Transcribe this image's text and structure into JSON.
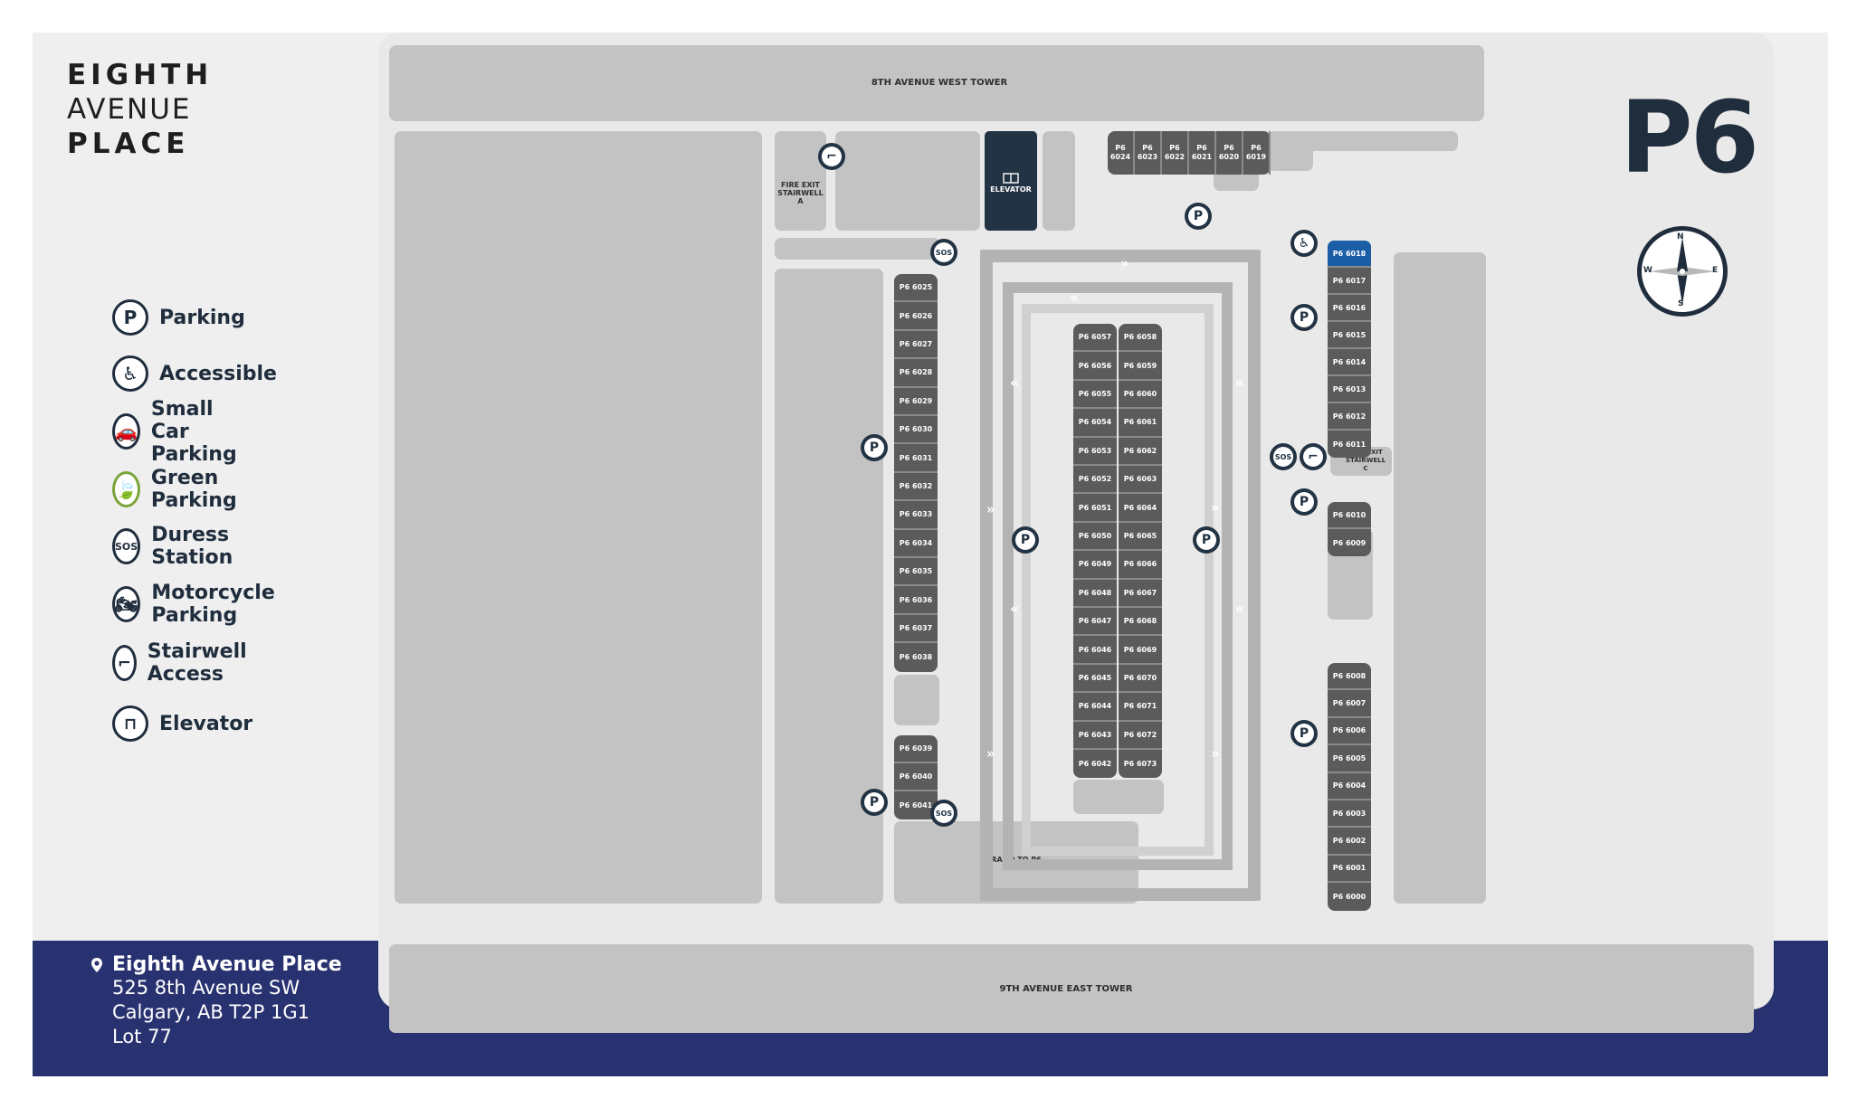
{
  "brand": {
    "line1": "EIGHTH",
    "line2": "AVENUE",
    "line3": "PLACE"
  },
  "level": "P6",
  "compass": {
    "n": "N",
    "e": "E",
    "s": "S",
    "w": "W"
  },
  "legend": [
    {
      "icon": "parking-icon",
      "glyph": "P",
      "label": "Parking"
    },
    {
      "icon": "accessible-icon",
      "glyph": "♿",
      "label": "Accessible"
    },
    {
      "icon": "small-car-icon",
      "glyph": "🚗",
      "label": "Small Car Parking"
    },
    {
      "icon": "green-parking-icon",
      "glyph": "🍃",
      "label": "Green Parking"
    },
    {
      "icon": "duress-icon",
      "glyph": "SOS",
      "label": "Duress Station"
    },
    {
      "icon": "motorcycle-icon",
      "glyph": "🏍",
      "label": "Motorcycle Parking"
    },
    {
      "icon": "stairwell-icon",
      "glyph": "⌐",
      "label": "Stairwell Access"
    },
    {
      "icon": "elevator-icon",
      "glyph": "⊓",
      "label": "Elevator"
    }
  ],
  "address": {
    "name": "Eighth Avenue Place",
    "street": "525 8th Avenue SW",
    "city": "Calgary, AB T2P 1G1",
    "lot": "Lot 77"
  },
  "buildings": {
    "west_tower": "8TH AVENUE WEST TOWER",
    "east_tower": "9TH AVENUE EAST TOWER",
    "ramp": "RAMP TO P6",
    "elevator": "ELEVATOR",
    "fire_exit_a": [
      "FIRE EXIT",
      "STAIRWELL",
      "A"
    ],
    "fire_exit_c": [
      "FIRE EXIT",
      "STAIRWELL",
      "C"
    ]
  },
  "markers": {
    "parking": "P",
    "sos": "SOS",
    "ramp_up": "»",
    "ramp_down": "«"
  },
  "stalls": {
    "top_row": [
      [
        "P6",
        "6024"
      ],
      [
        "P6",
        "6023"
      ],
      [
        "P6",
        "6022"
      ],
      [
        "P6",
        "6021"
      ],
      [
        "P6",
        "6020"
      ],
      [
        "P6",
        "6019"
      ]
    ],
    "col_a": [
      "P6 6025",
      "P6 6026",
      "P6 6027",
      "P6 6028",
      "P6 6029",
      "P6 6030",
      "P6 6031",
      "P6 6032",
      "P6 6033",
      "P6 6034",
      "P6 6035",
      "P6 6036",
      "P6 6037",
      "P6 6038"
    ],
    "col_a2": [
      "P6 6039",
      "P6 6040",
      "P6 6041"
    ],
    "center_left": [
      "P6 6057",
      "P6 6056",
      "P6 6055",
      "P6 6054",
      "P6 6053",
      "P6 6052",
      "P6 6051",
      "P6 6050",
      "P6 6049",
      "P6 6048",
      "P6 6047",
      "P6 6046",
      "P6 6045",
      "P6 6044",
      "P6 6043",
      "P6 6042"
    ],
    "center_right": [
      "P6 6058",
      "P6 6059",
      "P6 6060",
      "P6 6061",
      "P6 6062",
      "P6 6063",
      "P6 6064",
      "P6 6065",
      "P6 6066",
      "P6 6067",
      "P6 6068",
      "P6 6069",
      "P6 6070",
      "P6 6071",
      "P6 6072",
      "P6 6073"
    ],
    "east_top": [
      "P6 6018",
      "P6 6017",
      "P6 6016",
      "P6 6015",
      "P6 6014",
      "P6 6013",
      "P6 6012",
      "P6 6011"
    ],
    "east_mid": [
      "P6 6010",
      "P6 6009"
    ],
    "east_bottom": [
      "P6 6008",
      "P6 6007",
      "P6 6006",
      "P6 6005",
      "P6 6004",
      "P6 6003",
      "P6 6002",
      "P6 6001",
      "P6 6000"
    ]
  }
}
